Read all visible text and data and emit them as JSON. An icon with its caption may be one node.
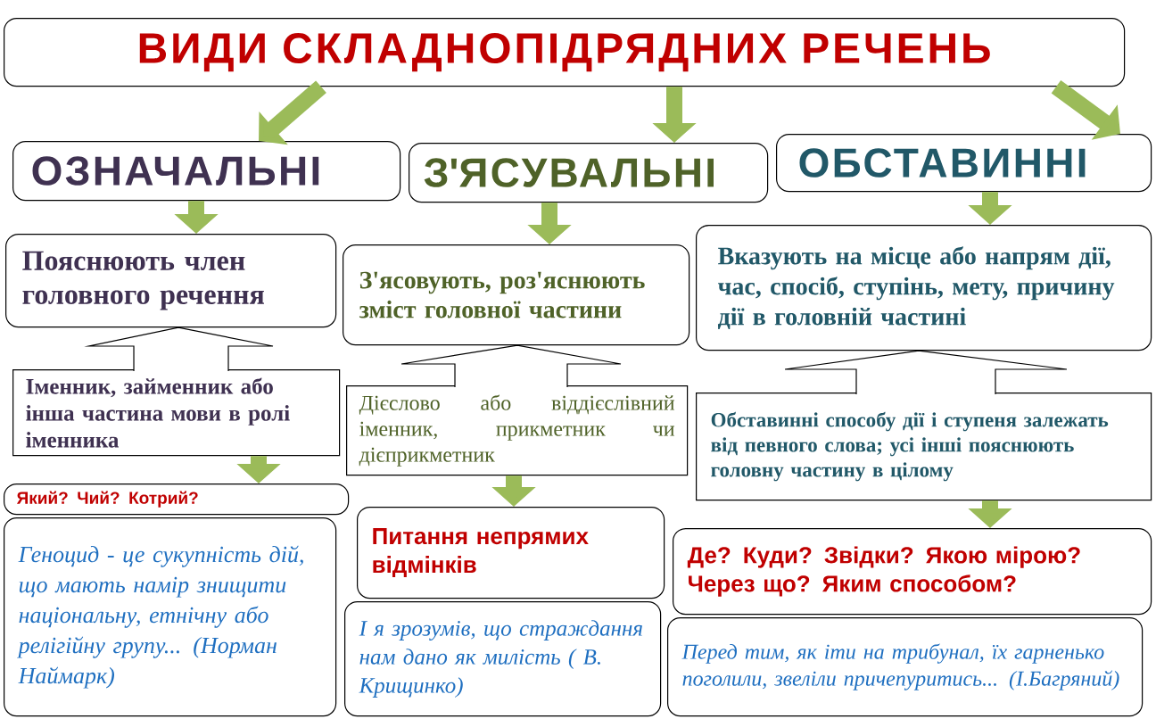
{
  "diagram": {
    "nodes": [
      {
        "text": [
          "ВИДИ СКЛАДНОПІДРЯДНИХ РЕЧЕНЬ"
        ]
      },
      {
        "text": [
          "ОЗНАЧАЛЬНІ"
        ]
      },
      {
        "text": [
          "З'ЯСУВАЛЬНІ"
        ]
      },
      {
        "text": [
          "ОБСТАВИННІ"
        ]
      },
      {
        "text": [
          "Пояснюють член головного речення"
        ]
      },
      {
        "text": [
          "З'ясовують, роз'яснюють зміст головної частини"
        ]
      },
      {
        "text": [
          "Вказують на місце або напрям дії, час, спосіб, ступінь, мету, причину дії в головній частині"
        ]
      },
      {
        "text": [
          "Іменник, займенник або інша частина мови в ролі іменника"
        ]
      },
      {
        "text": [
          "Дієслово або віддієслівний іменник, прикметник чи дієприкметник"
        ]
      },
      {
        "text": [
          "Обставинні способу дії і ступеня залежать від певного слова; усі інші пояснюють головну частину в цілому"
        ]
      },
      {
        "text": [
          "Який? Чий? Котрий?"
        ]
      },
      {
        "text": [
          "Питання непрямих відмінків"
        ]
      },
      {
        "text": [
          "Де? Куди? Звідки? Якою мірою? Через що? Яким способом?"
        ]
      },
      {
        "text": [
          "Геноцид - це сукупність дій, що мають намір знищити національну, етнічну або релігійну групу... (Норман Наймарк)"
        ]
      },
      {
        "text": [
          "І я зрозумів, що страждання нам дано як милість ( В. Крищинко)"
        ]
      },
      {
        "text": [
          "Перед тим, як іти на трибунал, їх гарненько поголили, звеліли причепуритись... (І.Багряний)"
        ]
      }
    ],
    "edges": [
      {
        "from": 0,
        "to": 1,
        "arrow": "to"
      },
      {
        "from": 0,
        "to": 2,
        "arrow": "to"
      },
      {
        "from": 0,
        "to": 3,
        "arrow": "to"
      },
      {
        "from": 1,
        "to": 4,
        "arrow": "to"
      },
      {
        "from": 2,
        "to": 5,
        "arrow": "to"
      },
      {
        "from": 3,
        "to": 6,
        "arrow": "to"
      },
      {
        "from": 7,
        "to": 4,
        "arrow": "to",
        "color": "#000000"
      },
      {
        "from": 8,
        "to": 5,
        "arrow": "to",
        "color": "#000000"
      },
      {
        "from": 9,
        "to": 6,
        "arrow": "to",
        "color": "#000000"
      },
      {
        "from": 7,
        "to": 10,
        "arrow": "to"
      },
      {
        "from": 8,
        "to": 11,
        "arrow": "to"
      },
      {
        "from": 9,
        "to": 12,
        "arrow": "to"
      }
    ]
  }
}
